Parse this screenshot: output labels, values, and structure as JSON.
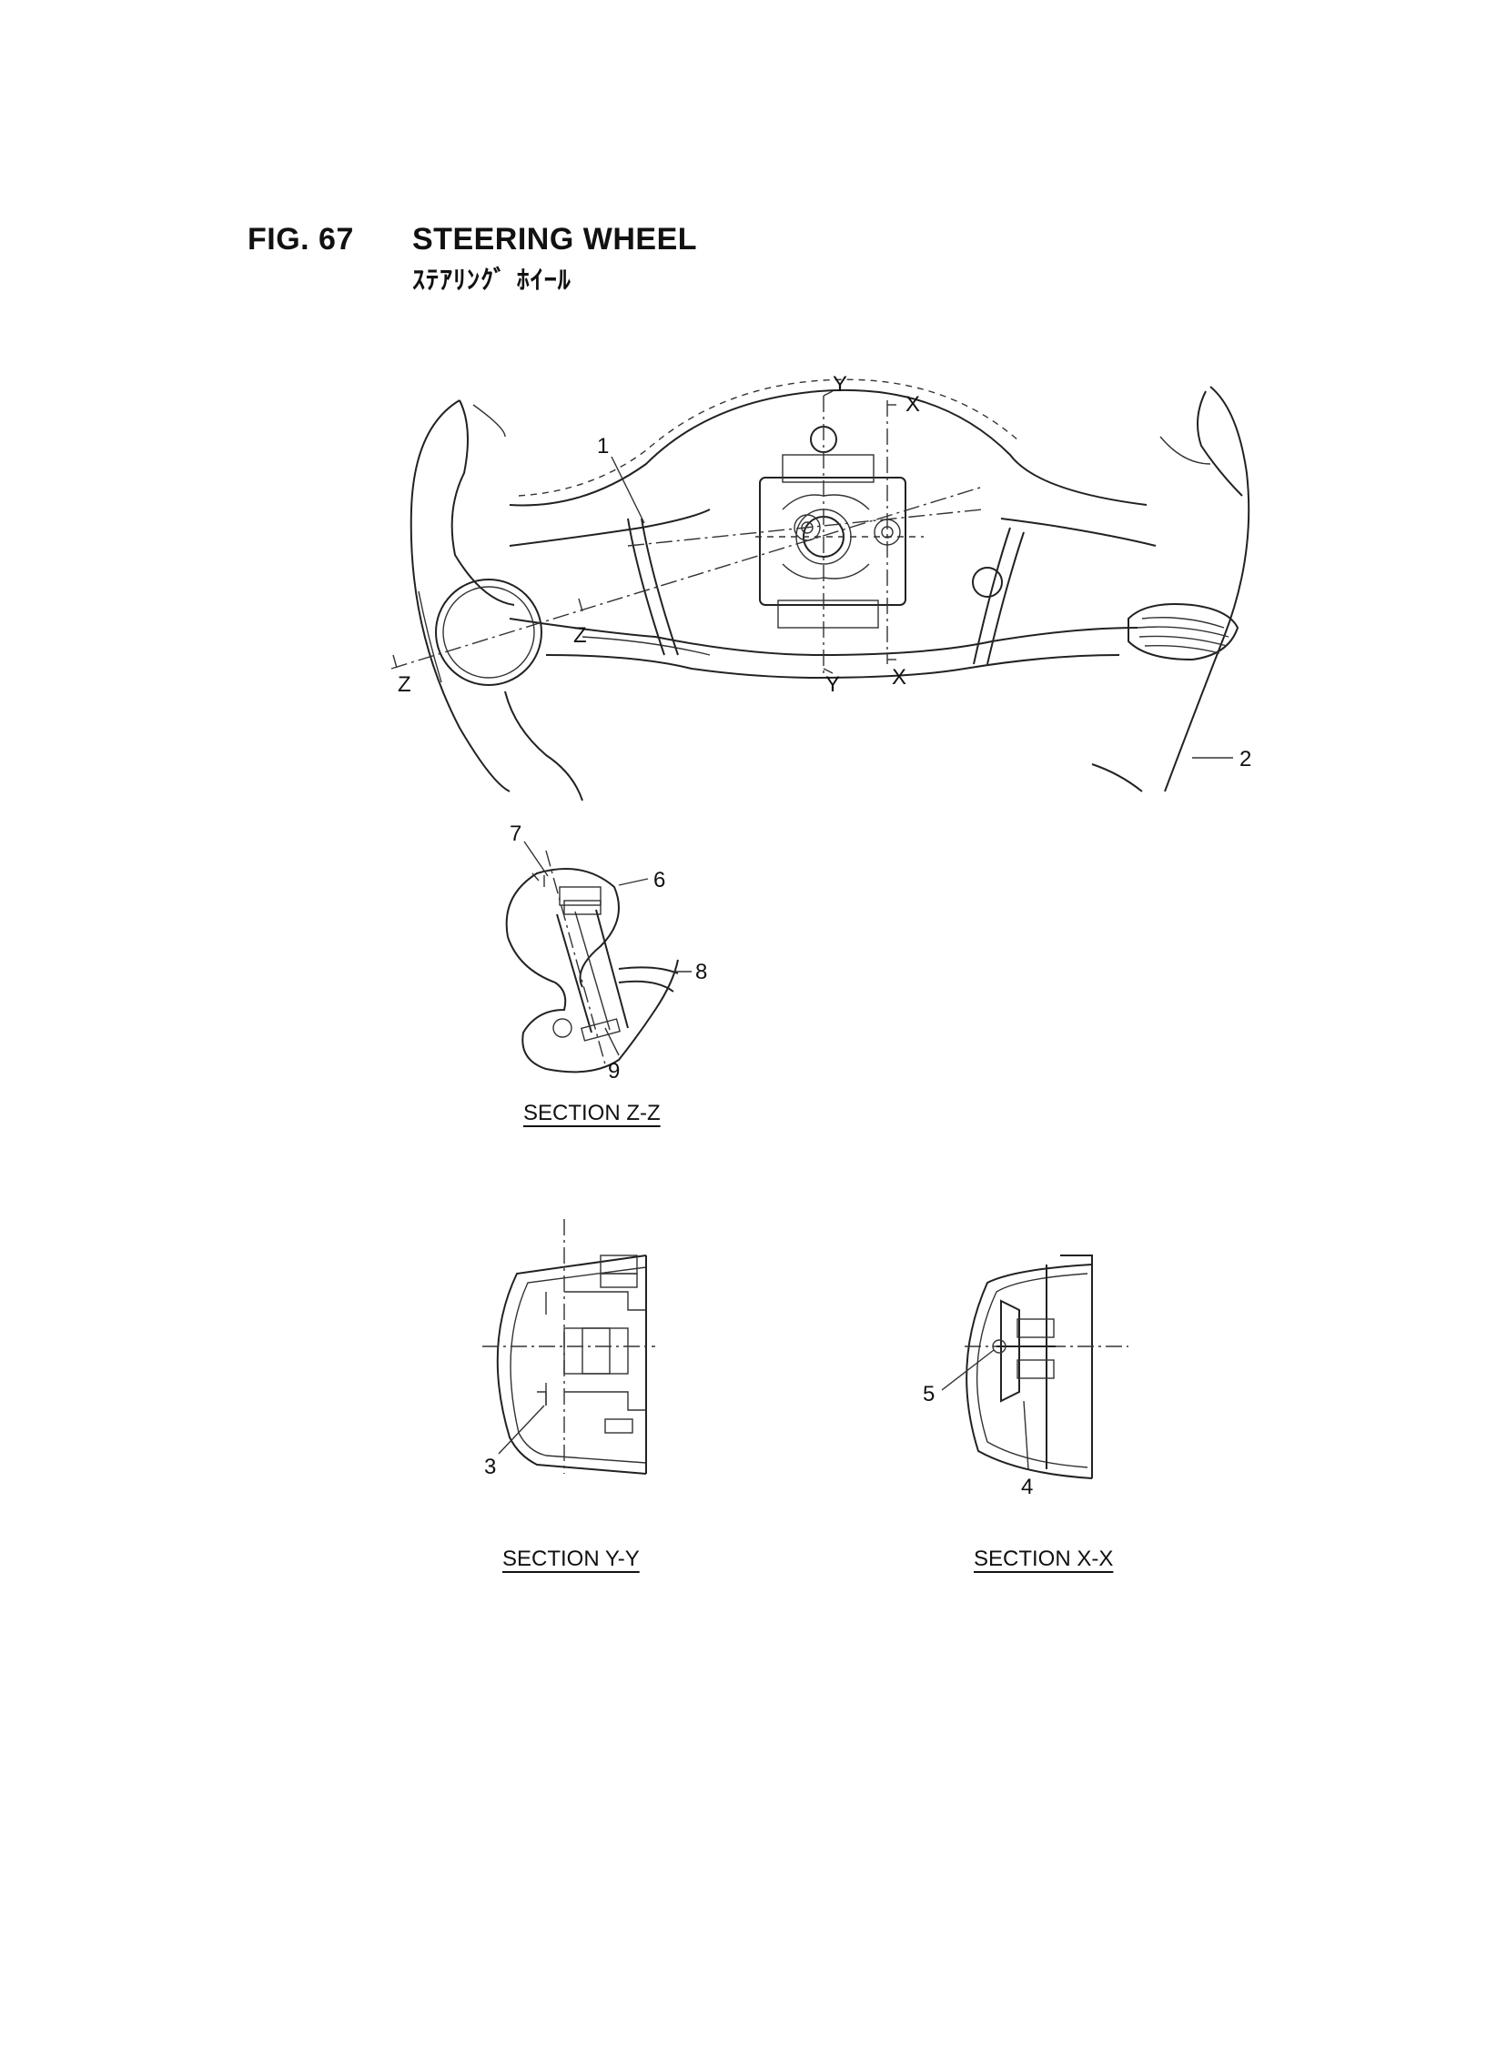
{
  "figure": {
    "number": "FIG. 67",
    "title": "STEERING WHEEL",
    "subtitle_jp": "ｽﾃｱﾘﾝｸﾞ ﾎｲｰﾙ"
  },
  "main_view": {
    "section_marks": [
      "Y",
      "Y",
      "X",
      "X",
      "Z",
      "Z"
    ],
    "callouts": [
      "1",
      "2"
    ]
  },
  "section_zz": {
    "caption": "SECTION Z-Z",
    "callouts": [
      "7",
      "6",
      "8",
      "9"
    ]
  },
  "section_yy": {
    "caption": "SECTION Y-Y",
    "callouts": [
      "3"
    ]
  },
  "section_xx": {
    "caption": "SECTION X-X",
    "callouts": [
      "5",
      "4"
    ]
  }
}
